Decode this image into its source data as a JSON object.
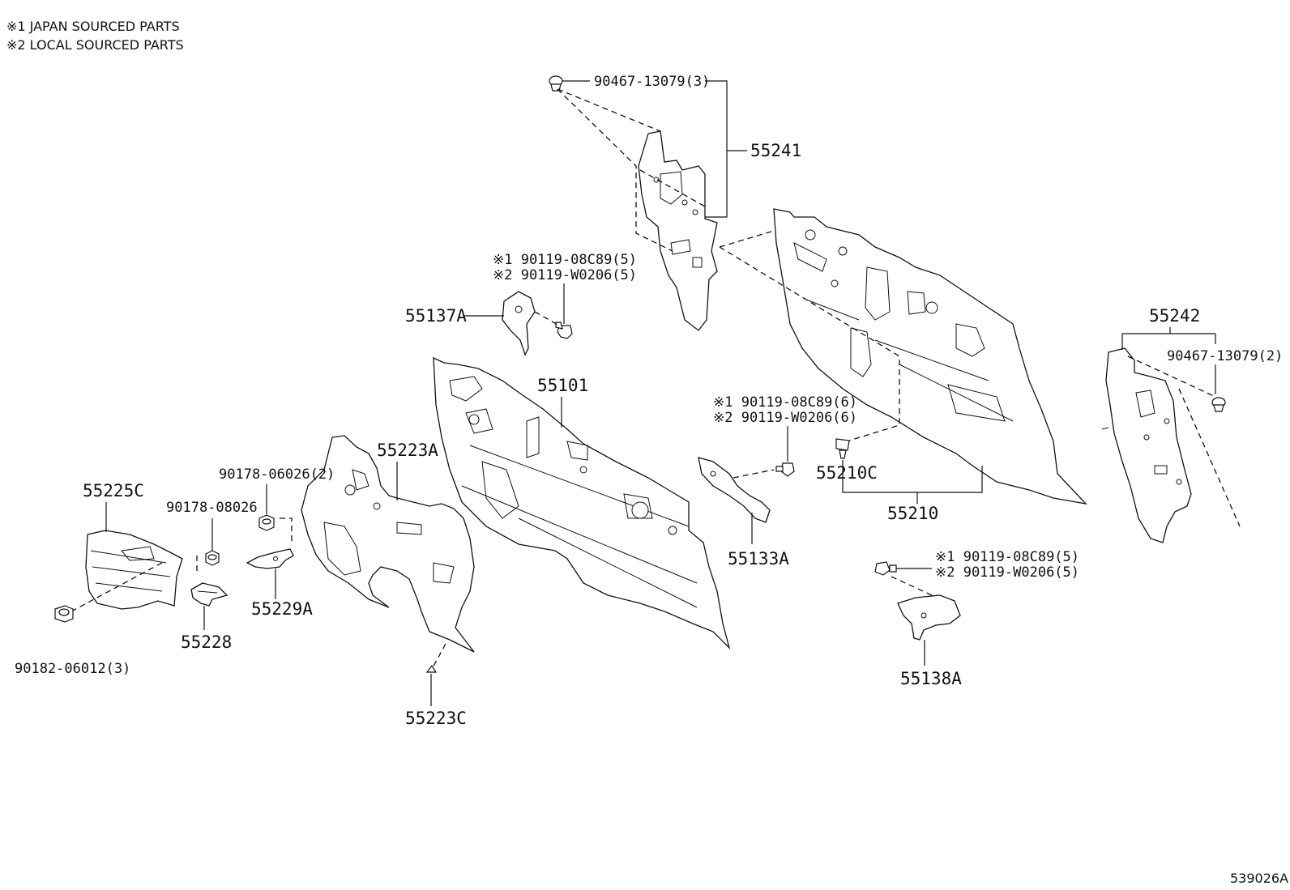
{
  "notes": {
    "japan": "※1 JAPAN SOURCED PARTS",
    "local": "※2 LOCAL SOURCED PARTS"
  },
  "diagram_id": "539026A",
  "labels": {
    "p90467_13079_3": "90467-13079(3)",
    "p55241": "55241",
    "p55137A": "55137A",
    "p1_90119_08C89_5_a": "※1 90119-08C89(5)",
    "p2_90119_W0206_5_a": "※2 90119-W0206(5)",
    "p55101": "55101",
    "p55223A": "55223A",
    "p55225C": "55225C",
    "p90178_06026_2": "90178-06026(2)",
    "p90178_08026": "90178-08026",
    "p55229A": "55229A",
    "p55228": "55228",
    "p90182_06012_3": "90182-06012(3)",
    "p55223C": "55223C",
    "p1_90119_08C89_6": "※1 90119-08C89(6)",
    "p2_90119_W0206_6": "※2 90119-W0206(6)",
    "p55133A": "55133A",
    "p55210C": "55210C",
    "p55210": "55210",
    "p55242": "55242",
    "p90467_13079_2": "90467-13079(2)",
    "p1_90119_08C89_5_b": "※1 90119-08C89(5)",
    "p2_90119_W0206_5_b": "※2 90119-W0206(5)",
    "p55138A": "55138A"
  }
}
